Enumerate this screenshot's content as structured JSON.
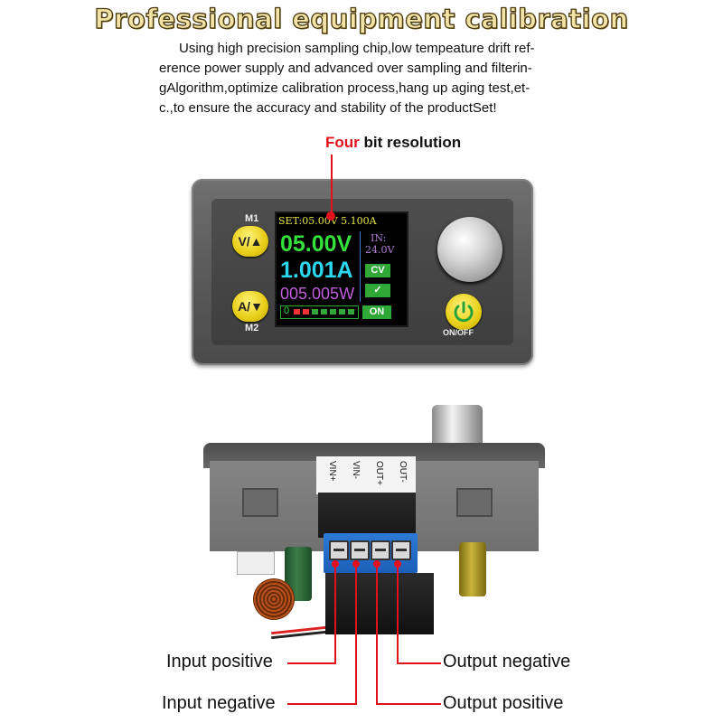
{
  "title": "Professional equipment calibration",
  "intro": [
    "Using high precision sampling chip,low tempeature drift ref-",
    "erence power supply and advanced over sampling and filterin-",
    "gAlgorithm,optimize calibration process,hang up aging test,et-",
    "c.,to ensure the accuracy and stability of the productSet!"
  ],
  "callout": {
    "highlight": "Four",
    "rest": " bit resolution"
  },
  "panel": {
    "m1_label": "M1",
    "m2_label": "M2",
    "btn_up_label": "V/▲",
    "btn_down_label": "A/▼",
    "onoff_label": "ON/OFF",
    "lcd": {
      "set_line": "SET:05.00V 5.100A",
      "voltage": "05.00V",
      "current": "1.001A",
      "power": "005.005W",
      "in_label": "IN:",
      "in_value": "24.0V",
      "cv_tag": "CV",
      "ok_tag": "✓",
      "on_tag": "ON",
      "bar_prefix": "0",
      "colors": {
        "voltage": "#34e03b",
        "current": "#2bd7ee",
        "power": "#c15ddc",
        "set": "#e8e54a"
      }
    }
  },
  "terminals": [
    "VIN+",
    "VIN-",
    "OUT+",
    "OUT-"
  ],
  "annotations": {
    "input_positive": "Input positive",
    "input_negative": "Input negative",
    "output_negative": "Output negative",
    "output_positive": "Output positive"
  }
}
